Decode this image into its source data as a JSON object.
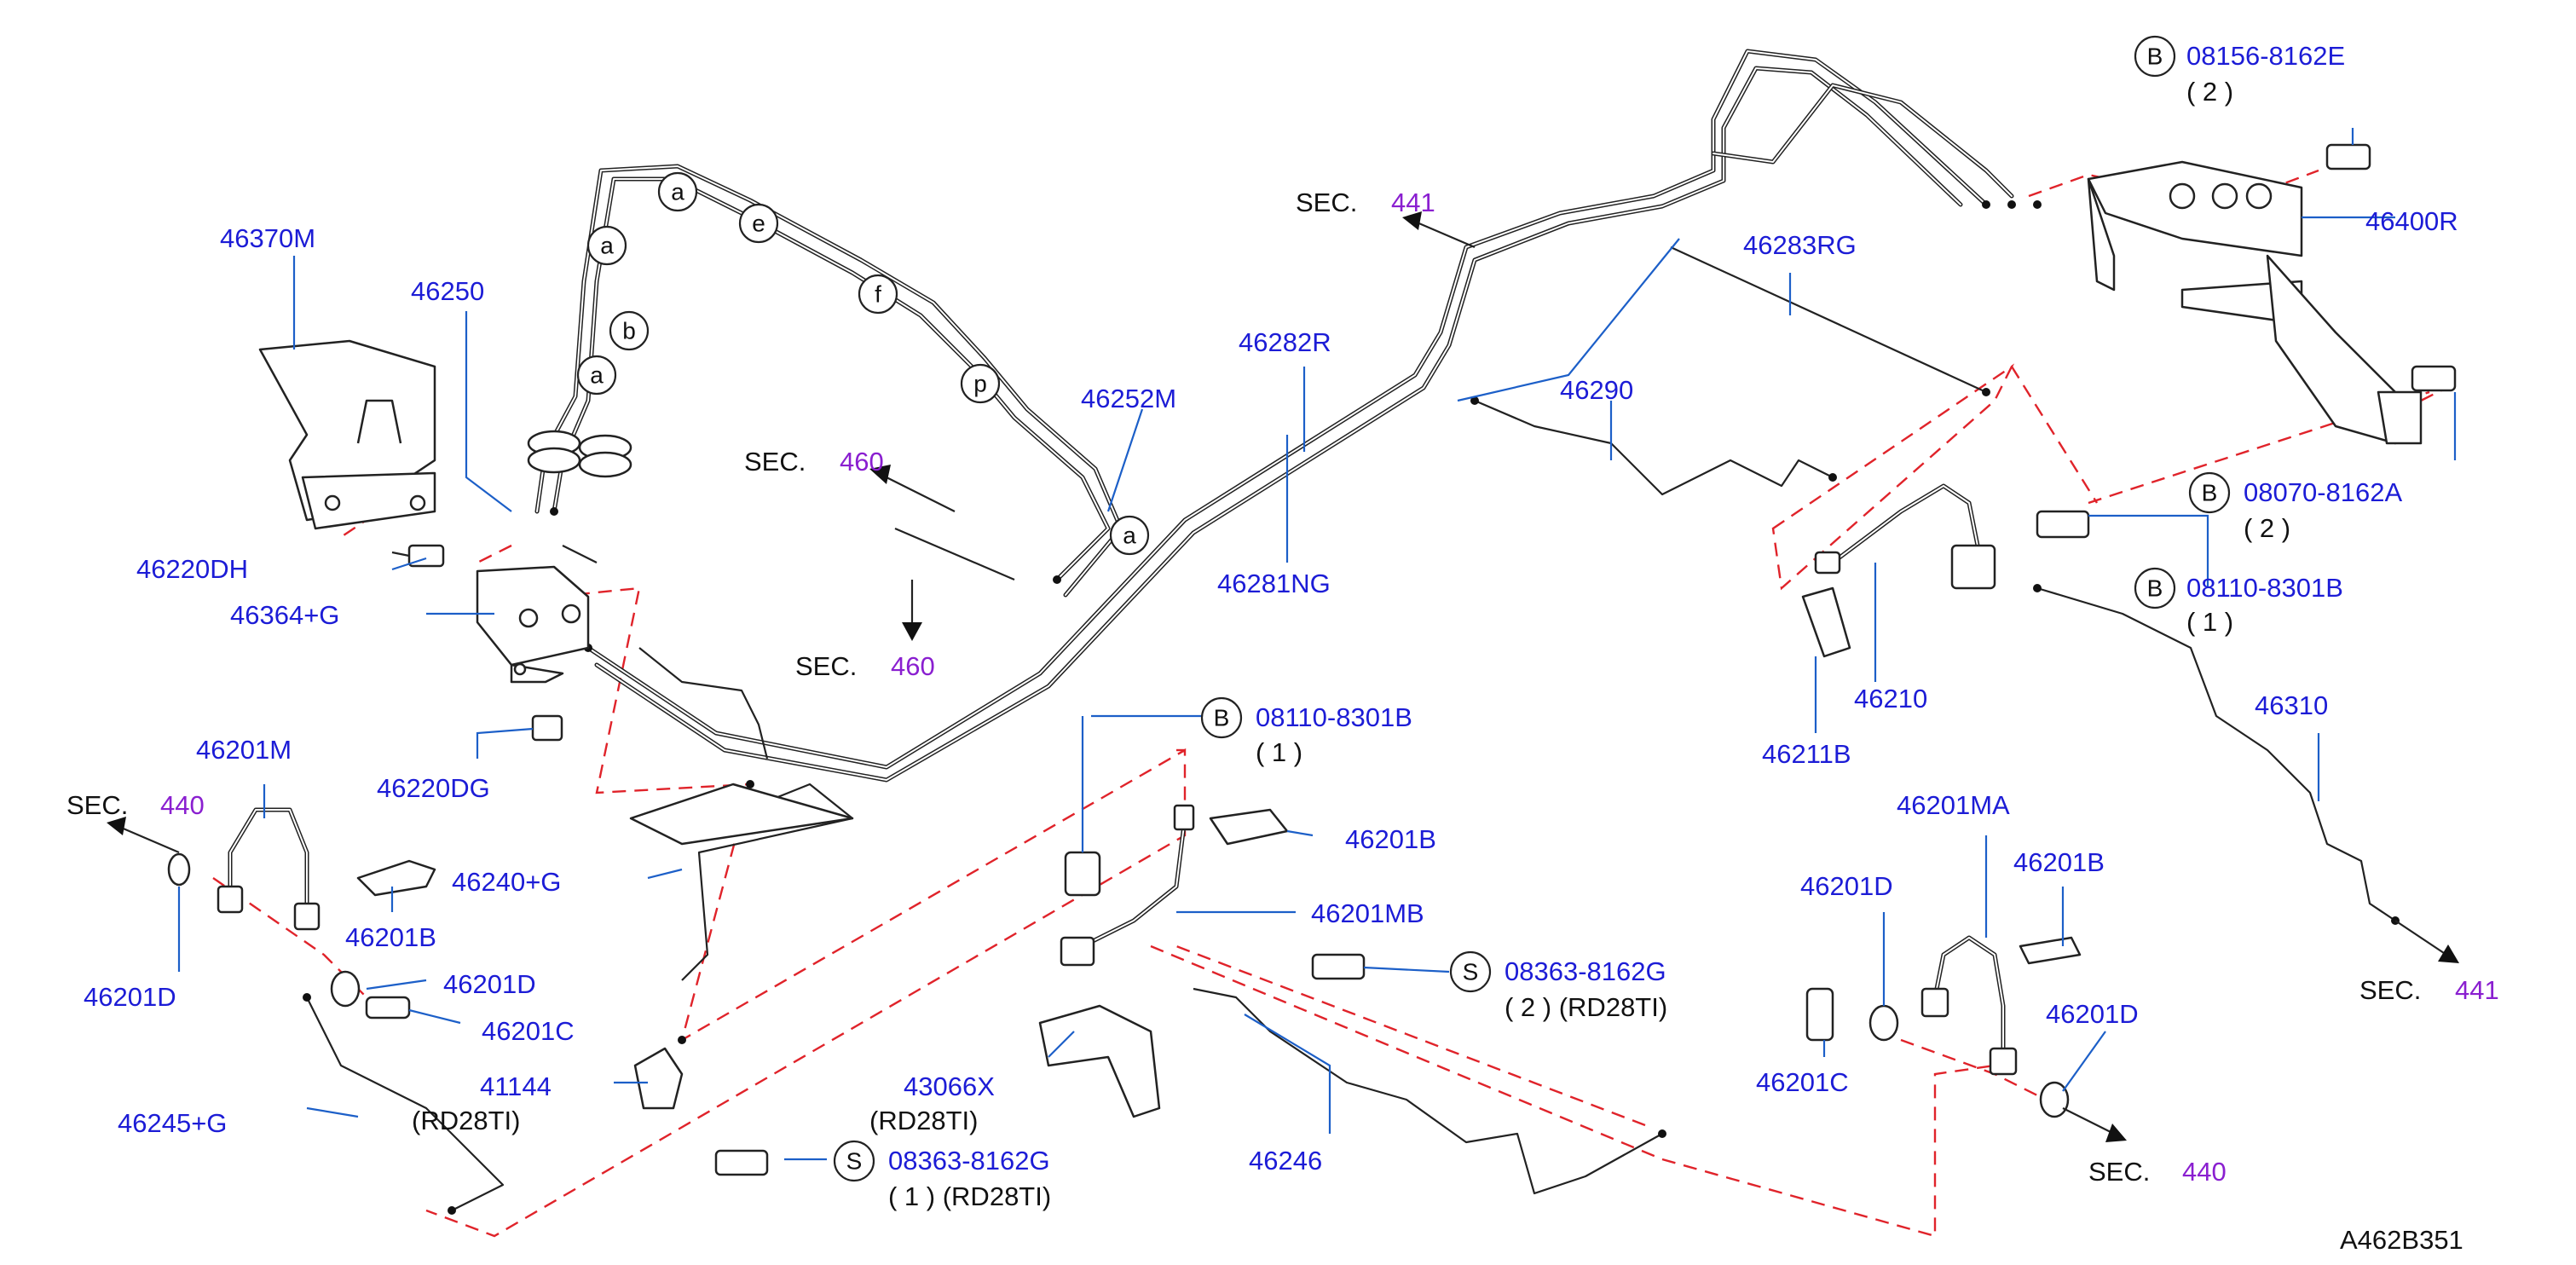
{
  "labels": {
    "p46370M": "46370M",
    "p46250": "46250",
    "p46252M": "46252M",
    "p46282R": "46282R",
    "p46281NG": "46281NG",
    "p46283RG": "46283RG",
    "p46290": "46290",
    "p46400R": "46400R",
    "p46220DH": "46220DH",
    "p46364G": "46364+G",
    "p46220DG": "46220DG",
    "p46201M": "46201M",
    "p46201B_a": "46201B",
    "p46240G": "46240+G",
    "p46201D_a": "46201D",
    "p46201D_b": "46201D",
    "p46201C_a": "46201C",
    "p46245G": "46245+G",
    "p41144": "41144",
    "p43066X": "43066X",
    "p46201B_b": "46201B",
    "p46201MB": "46201MB",
    "p46246": "46246",
    "p46210": "46210",
    "p46211B": "46211B",
    "p46310": "46310",
    "p46201MA": "46201MA",
    "p46201B_c": "46201B",
    "p46201D_c": "46201D",
    "p46201D_d": "46201D",
    "p46201C_b": "46201C",
    "bolt1": "08156-8162E",
    "bolt2": "08070-8162A",
    "bolt3": "08110-8301B",
    "bolt4": "08110-8301B",
    "screw1": "08363-8162G",
    "screw2": "08363-8162G"
  },
  "notes": {
    "rd1": "(RD28TI)",
    "rd2": "(RD28TI)",
    "q2a": "( 2 )",
    "q2b": "( 2 )",
    "q1a": "( 1 )",
    "q1b": "( 1 )",
    "q2rd": "( 2 )  (RD28TI)",
    "q1rd": "( 1 )  (RD28TI)"
  },
  "sections": {
    "sec_word": "SEC.",
    "s460a": "460",
    "s460b": "460",
    "s441a": "441",
    "s441b": "441",
    "s440a": "440",
    "s440b": "440"
  },
  "markers": {
    "B": "B",
    "S": "S",
    "a": "a",
    "b": "b",
    "e": "e",
    "f": "f",
    "p": "p"
  },
  "code": "A462B351"
}
